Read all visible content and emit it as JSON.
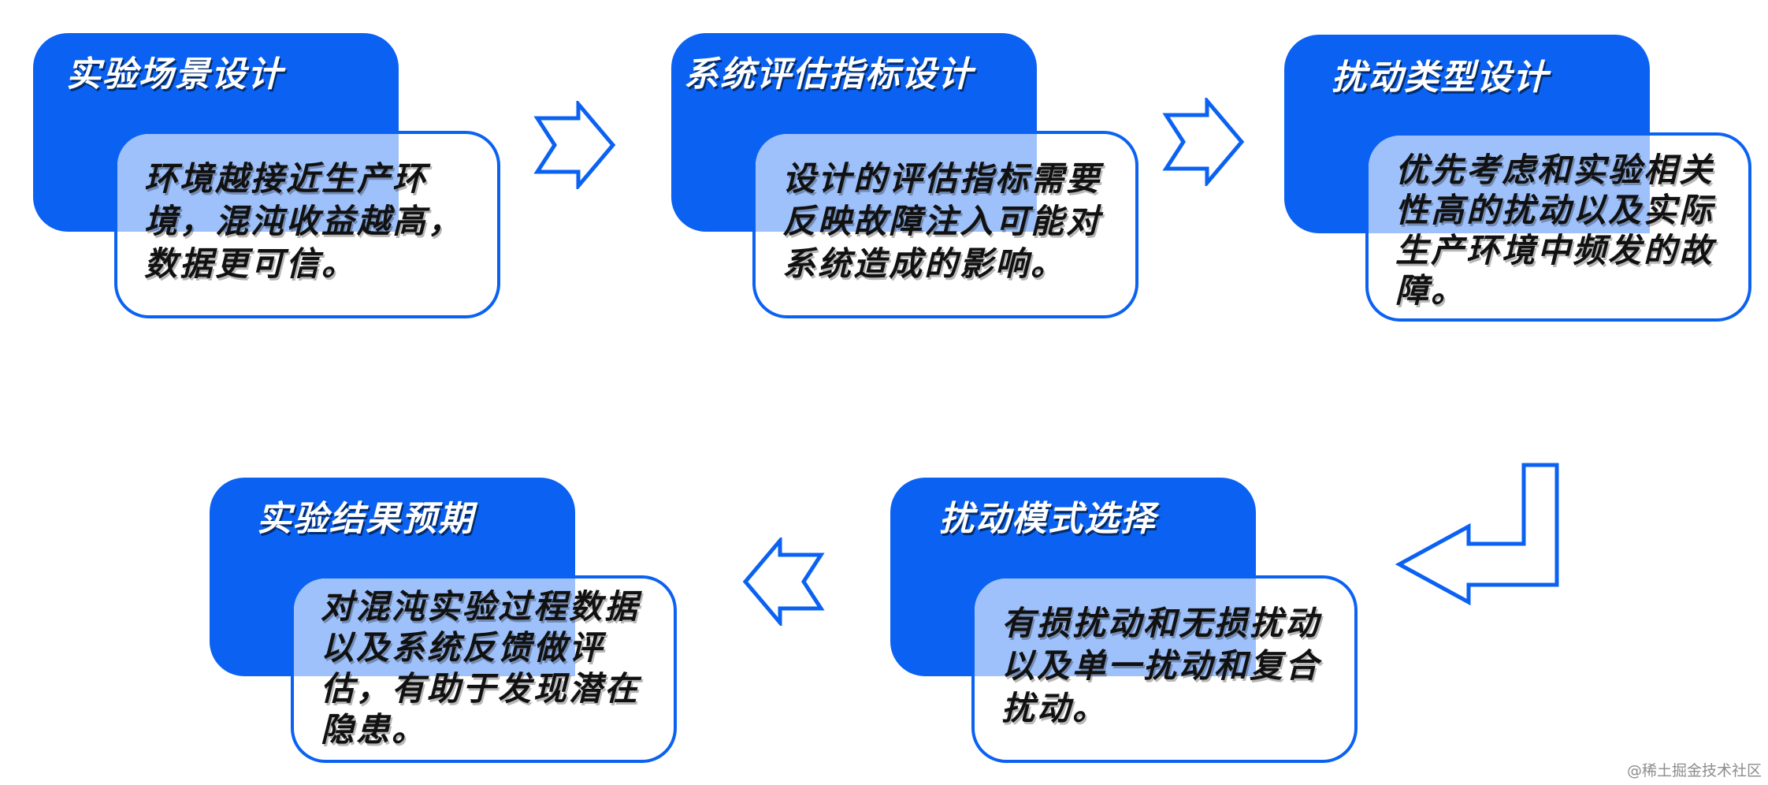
{
  "steps": [
    {
      "title": "实验场景设计",
      "text": "环境越接近生产环境，混沌收益越高，数据更可信。"
    },
    {
      "title": "系统评估指标设计",
      "text": "设计的评估指标需要反映故障注入可能对系统造成的影响。"
    },
    {
      "title": "扰动类型设计",
      "text": "优先考虑和实验相关性高的扰动以及实际生产环境中频发的故障。"
    },
    {
      "title": "扰动模式选择",
      "text": "有损扰动和无损扰动以及单一扰动和复合扰动。"
    },
    {
      "title": "实验结果预期",
      "text": "对混沌实验过程数据以及系统反馈做评估，有助于发现潜在隐患。"
    }
  ],
  "arrows": [
    "right-arrow-icon",
    "right-arrow-icon",
    "turn-down-left-arrow-icon",
    "left-arrow-icon"
  ],
  "colors": {
    "primary": "#0b62f2",
    "overlap": "#9ec1fb",
    "text": "#111111"
  },
  "watermark": "@稀土掘金技术社区"
}
